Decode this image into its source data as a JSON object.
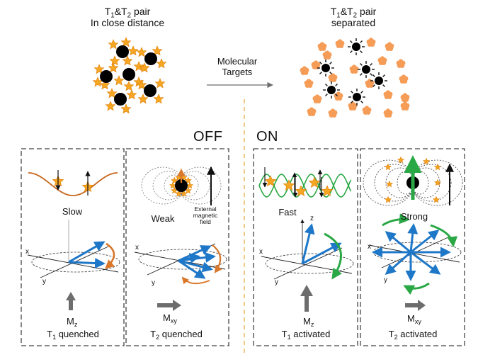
{
  "top": {
    "left_title_line1": "T",
    "left_title_sub1": "1",
    "left_title_amp": "&T",
    "left_title_sub2": "2",
    "left_title_rest": " pair",
    "left_title_line2": "In close distance",
    "right_title_line1": "T",
    "right_title_sub1": "1",
    "right_title_amp": "&T",
    "right_title_sub2": "2",
    "right_title_rest": " pair",
    "right_title_line2": "separated",
    "arrow_label_line1": "Molecular",
    "arrow_label_line2": "Targets"
  },
  "states": {
    "off": "OFF",
    "on": "ON"
  },
  "panels": [
    {
      "id": "t1-quenched",
      "speed": "Slow",
      "m": "M",
      "m_sub": "z",
      "foot": "T",
      "foot_sub": "1",
      "foot_rest": " quenched"
    },
    {
      "id": "t2-quenched",
      "speed": "Weak",
      "m": "M",
      "m_sub": "xy",
      "foot": "T",
      "foot_sub": "2",
      "foot_rest": " quenched"
    },
    {
      "id": "t1-activated",
      "speed": "Fast",
      "m": "M",
      "m_sub": "z",
      "foot": "T",
      "foot_sub": "1",
      "foot_rest": " activated"
    },
    {
      "id": "t2-activated",
      "speed": "Strong",
      "m": "M",
      "m_sub": "xy",
      "foot": "T",
      "foot_sub": "2",
      "foot_rest": " activated"
    }
  ],
  "field": {
    "line1": "External",
    "line2": "magnetic",
    "line3": "field"
  },
  "axes": {
    "x": "x",
    "y": "y",
    "z": "z"
  },
  "colors": {
    "star": "#f5a623",
    "star_edge": "#e07b00",
    "flower": "#f59c57",
    "particle": "#000000",
    "slow_wave": "#c8651b",
    "fast_wave": "#2aa845",
    "vector": "#1f77c8",
    "orange_arrow": "#d9772b",
    "green_arrow": "#2aa845",
    "gray_arrow": "#6d6d6d",
    "divider": "#e6a33a",
    "dashed_box": "#444444"
  }
}
